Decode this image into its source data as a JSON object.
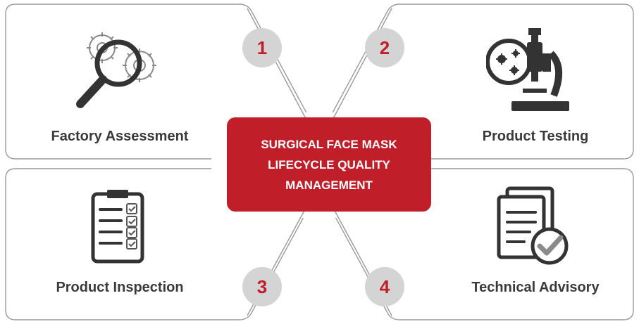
{
  "center": {
    "lines": [
      "SURGICAL FACE MASK",
      "LIFECYCLE QUALITY",
      "MANAGEMENT"
    ]
  },
  "steps": [
    {
      "number": "1",
      "label": "Factory Assessment",
      "icon": "magnifier-gears-icon"
    },
    {
      "number": "2",
      "label": "Product Testing",
      "icon": "microscope-icon"
    },
    {
      "number": "3",
      "label": "Product Inspection",
      "icon": "clipboard-checklist-icon"
    },
    {
      "number": "4",
      "label": "Technical Advisory",
      "icon": "document-check-icon"
    }
  ],
  "colors": {
    "accent": "#c01f2a",
    "circle": "#d4d4d4",
    "icon": "#333333",
    "panel_border": "#9a9a9a"
  }
}
